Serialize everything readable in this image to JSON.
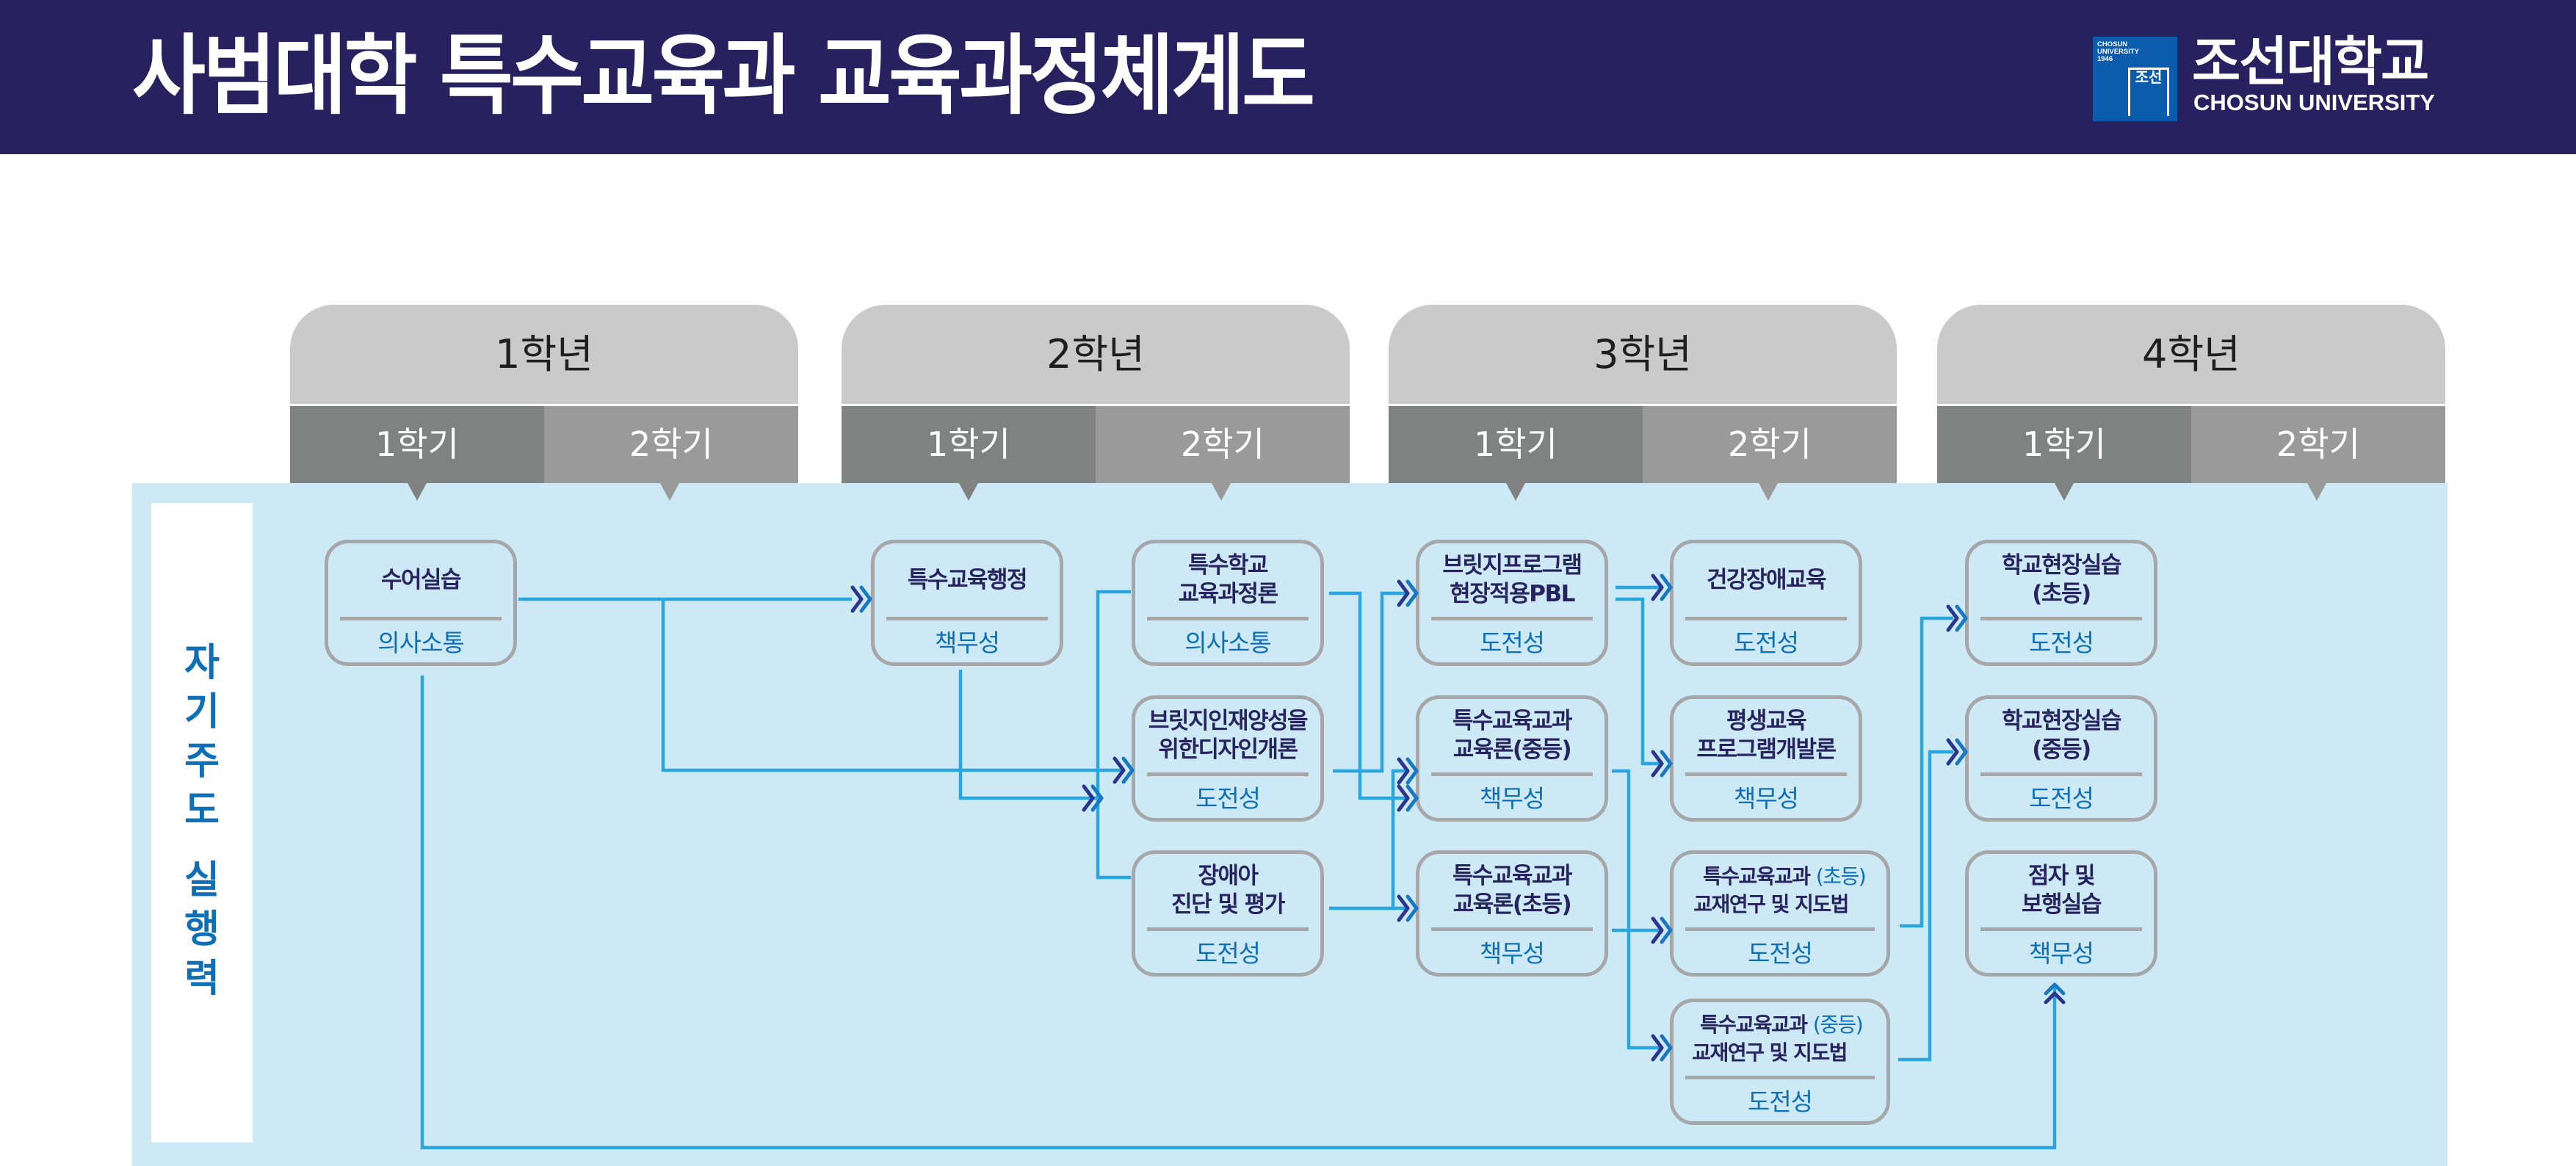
{
  "header": {
    "title": "사범대학 특수교육과 교육과정체계도",
    "logo": {
      "emblem_small_text": [
        "CHOSUN",
        "UNIVERSITY",
        "1946"
      ],
      "emblem_glyph": "조선",
      "name_kr": "조선대학교",
      "name_en": "CHOSUN UNIVERSITY"
    }
  },
  "colors": {
    "header_bg": "#27215f",
    "panel_bg": "#cce9f5",
    "line": "#29a6df",
    "arrow_dark": "#2b3590",
    "arrow_light": "#1a78c2",
    "course_title": "#26235f",
    "trait": "#0d6fb8",
    "box_border": "#a6a7a9"
  },
  "years": [
    {
      "label": "1학년",
      "semesters": [
        "1학기",
        "2학기"
      ]
    },
    {
      "label": "2학년",
      "semesters": [
        "1학기",
        "2학기"
      ]
    },
    {
      "label": "3학년",
      "semesters": [
        "1학기",
        "2학기"
      ]
    },
    {
      "label": "4학년",
      "semesters": [
        "1학기",
        "2학기"
      ]
    }
  ],
  "side_label": [
    "자",
    "기",
    "주",
    "도",
    "",
    "실",
    "행",
    "력"
  ],
  "courses": [
    {
      "id": "c1",
      "name": [
        "수어실습"
      ],
      "trait": "의사소통",
      "year": 1,
      "semester": 1
    },
    {
      "id": "c2",
      "name": [
        "특수교육행정"
      ],
      "trait": "책무성",
      "year": 2,
      "semester": 1
    },
    {
      "id": "c3",
      "name": [
        "특수학교",
        "교육과정론"
      ],
      "trait": "의사소통",
      "year": 2,
      "semester": 2
    },
    {
      "id": "c4",
      "name": [
        "브릿지인재양성을",
        "위한디자인개론"
      ],
      "trait": "도전성",
      "year": 2,
      "semester": 2
    },
    {
      "id": "c5",
      "name": [
        "장애아",
        "진단 및 평가"
      ],
      "trait": "도전성",
      "year": 2,
      "semester": 2
    },
    {
      "id": "c6",
      "name": [
        "브릿지프로그램",
        "현장적용PBL"
      ],
      "trait": "도전성",
      "year": 3,
      "semester": 1
    },
    {
      "id": "c7",
      "name": [
        "특수교육교과",
        "교육론(중등)"
      ],
      "trait": "책무성",
      "year": 3,
      "semester": 1
    },
    {
      "id": "c8",
      "name": [
        "특수교육교과",
        "교육론(초등)"
      ],
      "trait": "책무성",
      "year": 3,
      "semester": 1
    },
    {
      "id": "c9",
      "name": [
        "건강장애교육"
      ],
      "trait": "도전성",
      "year": 3,
      "semester": 2
    },
    {
      "id": "c10",
      "name": [
        "평생교육",
        "프로그램개발론"
      ],
      "trait": "책무성",
      "year": 3,
      "semester": 2
    },
    {
      "id": "c11",
      "name_prefix": "특수교육교과 ",
      "name_highlight": "(초등)",
      "name_line2": "교재연구 및 지도법",
      "trait": "도전성",
      "year": 3,
      "semester": 2
    },
    {
      "id": "c12",
      "name_prefix": "특수교육교과 ",
      "name_highlight": "(중등)",
      "name_line2": "교재연구 및 지도법",
      "trait": "도전성",
      "year": 3,
      "semester": 2
    },
    {
      "id": "c13",
      "name": [
        "학교현장실습",
        "(초등)"
      ],
      "trait": "도전성",
      "year": 4,
      "semester": 1
    },
    {
      "id": "c14",
      "name": [
        "학교현장실습",
        "(중등)"
      ],
      "trait": "도전성",
      "year": 4,
      "semester": 1
    },
    {
      "id": "c15",
      "name": [
        "점자 및",
        "보행실습"
      ],
      "trait": "책무성",
      "year": 4,
      "semester": 1
    }
  ],
  "connections": [
    {
      "from": "수어실습",
      "to": "특수교육행정"
    },
    {
      "from": "수어실습",
      "to": "브릿지인재양성을 위한디자인개론"
    },
    {
      "from": "수어실습",
      "to": "점자 및 보행실습"
    },
    {
      "from": "특수교육행정",
      "to": "브릿지인재양성을 위한디자인개론"
    },
    {
      "from": "특수학교 교육과정론",
      "to": "특수교육교과 교육론(중등)"
    },
    {
      "from": "특수학교 교육과정론",
      "to": "브릿지인재양성을 위한디자인개론"
    },
    {
      "from": "장애아 진단 및 평가",
      "to": "브릿지인재양성을 위한디자인개론"
    },
    {
      "from": "브릿지인재양성을 위한디자인개론",
      "to": "브릿지프로그램 현장적용PBL"
    },
    {
      "from": "장애아 진단 및 평가",
      "to": "특수교육교과 교육론(초등)"
    },
    {
      "from": "장애아 진단 및 평가",
      "to": "특수교육교과 교육론(중등)"
    },
    {
      "from": "브릿지프로그램 현장적용PBL",
      "to": "건강장애교육"
    },
    {
      "from": "브릿지프로그램 현장적용PBL",
      "to": "평생교육 프로그램개발론"
    },
    {
      "from": "특수교육교과 교육론(초등)",
      "to": "특수교육교과 (초등) 교재연구 및 지도법"
    },
    {
      "from": "특수교육교과 교육론(중등)",
      "to": "특수교육교과 (중등) 교재연구 및 지도법"
    },
    {
      "from": "특수교육교과 (초등) 교재연구 및 지도법",
      "to": "학교현장실습 (초등)"
    },
    {
      "from": "특수교육교과 (중등) 교재연구 및 지도법",
      "to": "학교현장실습 (중등)"
    }
  ]
}
